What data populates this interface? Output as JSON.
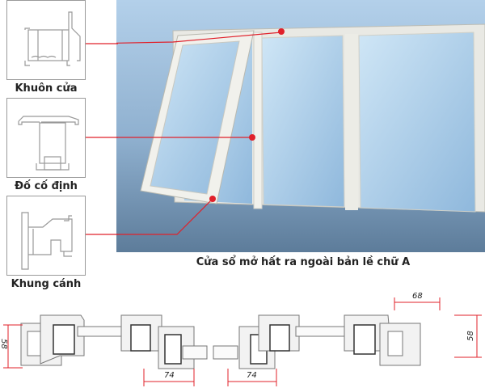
{
  "profiles": [
    {
      "label": "Khuôn cửa"
    },
    {
      "label": "Đố cố định"
    },
    {
      "label": "Khung cánh"
    }
  ],
  "photo_caption": "Cửa sổ mở hất ra ngoài bản lề chữ A",
  "dimensions": {
    "left_height": "58",
    "right_height": "58",
    "top_width": "68",
    "bottom_width_left": "74",
    "bottom_width_right": "74"
  },
  "colors": {
    "callout": "#e0202a",
    "sky_top": "#a9c8e4",
    "sky_bottom": "#5f7f9e"
  }
}
